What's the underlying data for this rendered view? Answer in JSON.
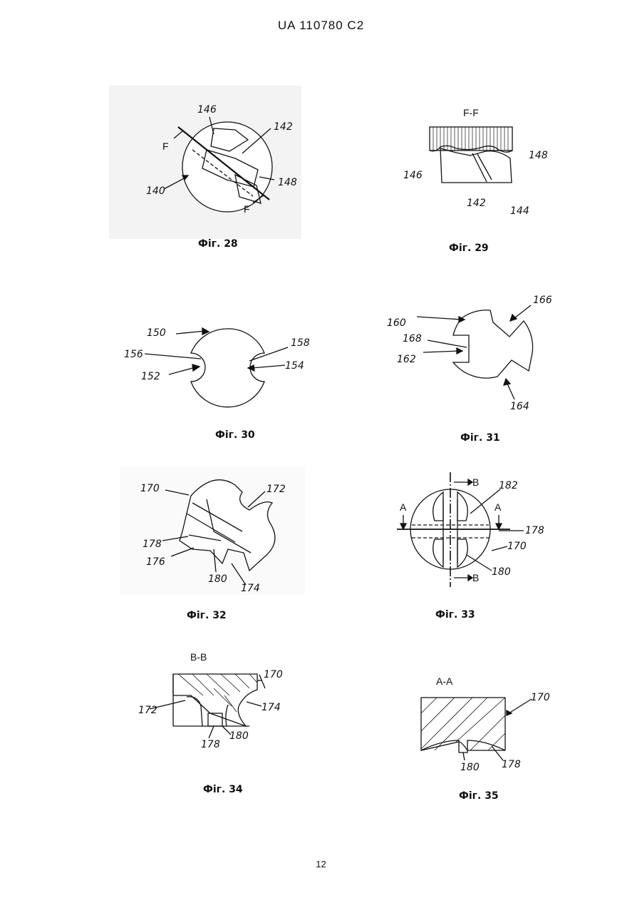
{
  "header": "UA   110780   C2",
  "page_number": "12",
  "figures": {
    "f28": {
      "caption": "Фіг. 28",
      "labels": [
        "146",
        "142",
        "140",
        "148",
        "F",
        "F"
      ]
    },
    "f29": {
      "caption": "Фіг. 29",
      "section": "F-F",
      "labels": [
        "148",
        "146",
        "142",
        "144"
      ]
    },
    "f30": {
      "caption": "Фіг. 30",
      "labels": [
        "150",
        "158",
        "156",
        "154",
        "152"
      ]
    },
    "f31": {
      "caption": "Фіг. 31",
      "labels": [
        "160",
        "166",
        "168",
        "162",
        "164"
      ]
    },
    "f32": {
      "caption": "Фіг. 32",
      "labels": [
        "170",
        "172",
        "178",
        "176",
        "180",
        "174"
      ]
    },
    "f33": {
      "caption": "Фіг. 33",
      "labels": [
        "B",
        "182",
        "A",
        "A",
        "178",
        "170",
        "180",
        "B"
      ]
    },
    "f34": {
      "caption": "Фіг. 34",
      "section": "B-B",
      "labels": [
        "170",
        "172",
        "174",
        "178",
        "180"
      ]
    },
    "f35": {
      "caption": "Фіг. 35",
      "section": "A-A",
      "labels": [
        "170",
        "180",
        "178"
      ]
    }
  }
}
